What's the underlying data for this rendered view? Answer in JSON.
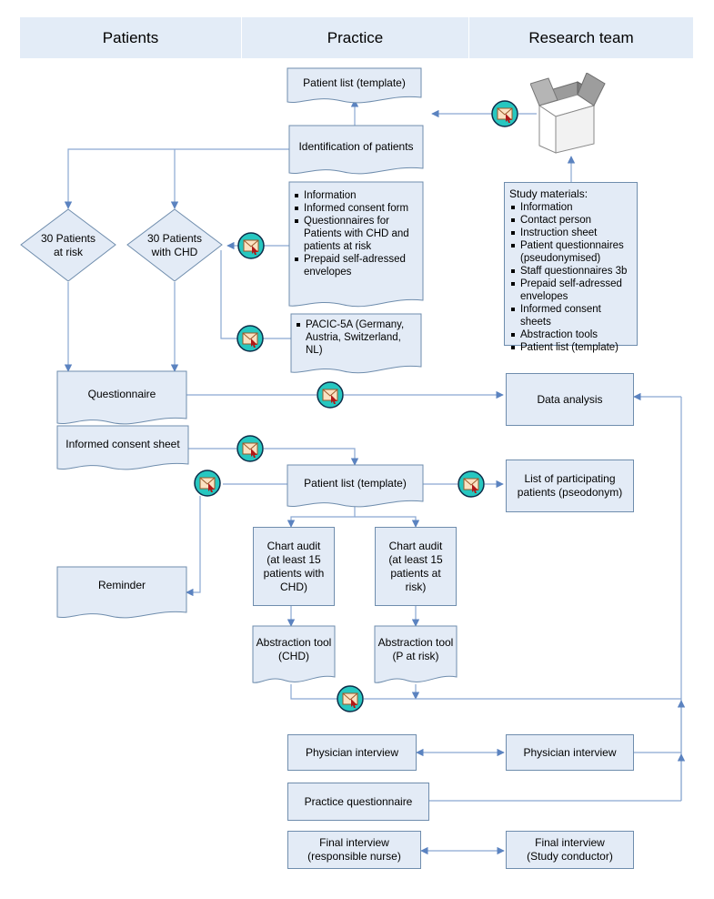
{
  "columns": {
    "patients": "Patients",
    "practice": "Practice",
    "research": "Research team"
  },
  "nodes": {
    "patient_list_top": "Patient list (template)",
    "identification": "Identification of patients",
    "patients_at_risk": "30 Patients\nat risk",
    "patients_chd": "30 Patients\nwith CHD",
    "questionnaire": "Questionnaire",
    "informed_consent_sheet": "Informed consent sheet",
    "patient_list_mid": "Patient list (template)",
    "list_participating": "List of participating\npatients (pseodonym)",
    "data_analysis": "Data analysis",
    "reminder": "Reminder",
    "chart_audit_chd": "Chart audit\n(at least 15\npatients with\nCHD)",
    "chart_audit_risk": "Chart audit\n(at least 15\npatients at risk)",
    "abstraction_chd": "Abstraction tool\n(CHD)",
    "abstraction_risk": "Abstraction tool\n(P at risk)",
    "physician_interview_practice": "Physician interview",
    "physician_interview_research": "Physician interview",
    "practice_questionnaire": "Practice questionnaire",
    "final_interview_nurse": "Final interview\n(responsible nurse)",
    "final_interview_conductor": "Final interview\n(Study conductor)"
  },
  "materials_list": [
    "Information",
    "Informed consent form",
    "Questionnaires for Patients with CHD and patients at risk",
    "Prepaid self-adressed envelopes"
  ],
  "pacic_list": [
    "PACIC-5A (Germany, Austria, Switzerland, NL)"
  ],
  "study_materials": {
    "title": "Study materials:",
    "items": [
      "Information",
      "Contact person",
      "Instruction sheet",
      "Patient questionnaires (pseudonymised)",
      "Staff questionnaires 3b",
      "Prepaid self-adressed envelopes",
      "Informed consent sheets",
      "Abstraction tools",
      "Patient list (template)"
    ]
  },
  "icons": {
    "mail": "envelope-mail-icon",
    "box": "open-box-icon"
  },
  "colors": {
    "fill": "#e3ebf6",
    "stroke": "#6f8dad",
    "arrow": "#5b83c0",
    "header": "#e3ecf7",
    "icon_bg": "#27c7c0"
  }
}
